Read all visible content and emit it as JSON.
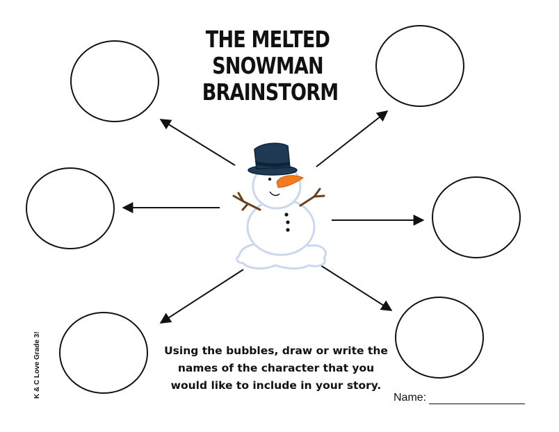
{
  "worksheet": {
    "title_lines": [
      "THE MELTED",
      "SNOWMAN",
      "BRAINSTORM"
    ],
    "instructions": "Using the bubbles, draw or write the names of the character that you would like to include in your story.",
    "name_label": "Name:",
    "credit": "K & C Love Grade 3!"
  },
  "colors": {
    "ink": "#111111",
    "hat": "#1e3a55",
    "hat_dark": "#0f2236",
    "carrot": "#f47a20",
    "snow_shadow": "#c9d8ee",
    "arm": "#6b3f1d"
  },
  "icons": {
    "snowman": "snowman-illustration"
  }
}
